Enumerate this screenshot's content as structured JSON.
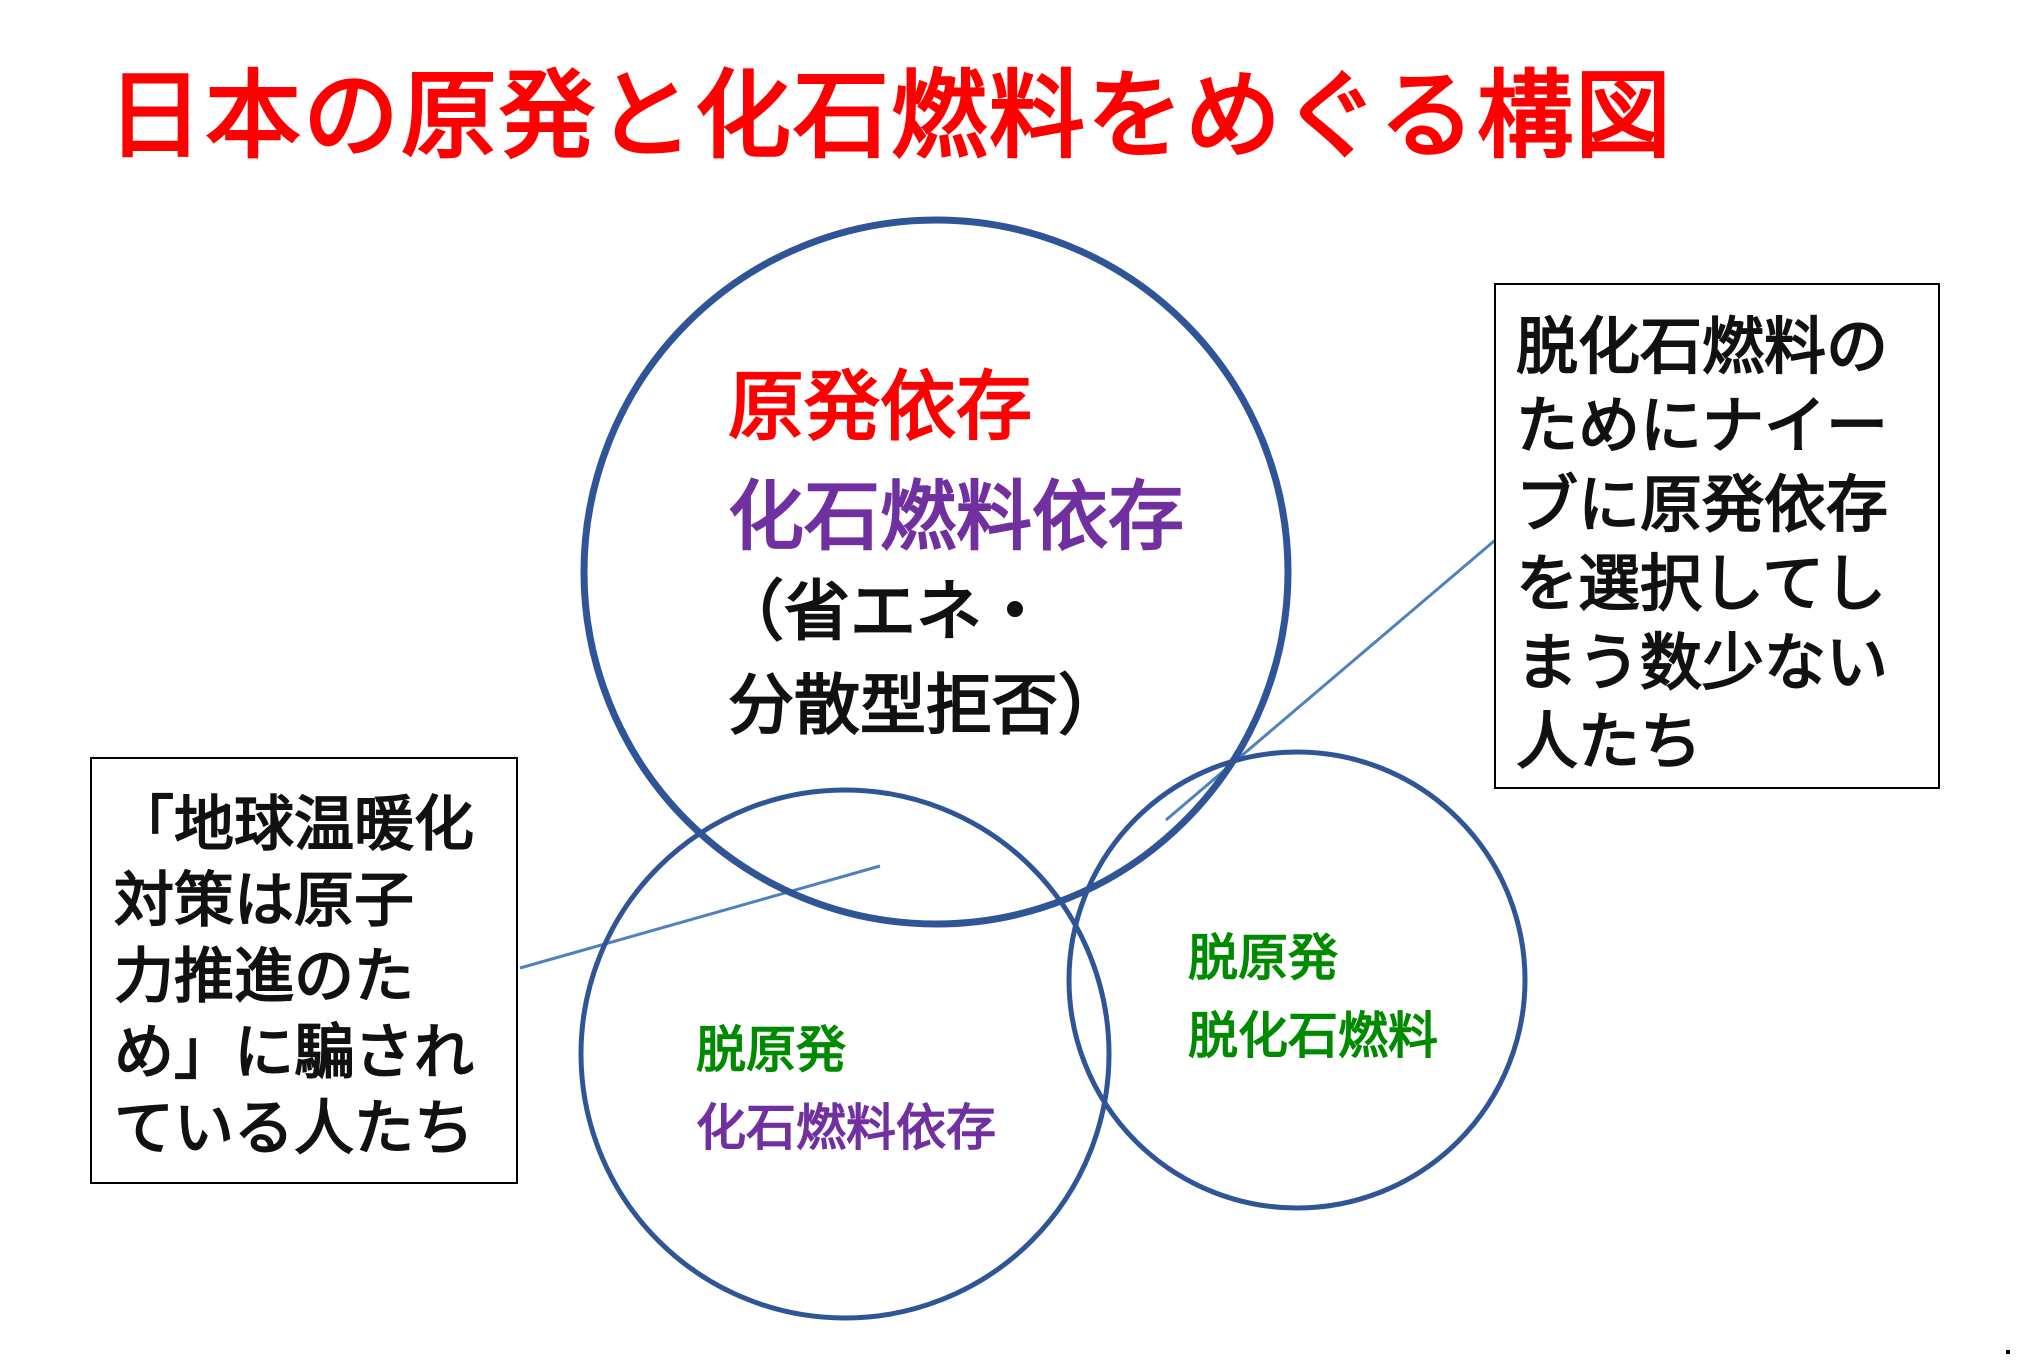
{
  "title": "日本の原発と化石燃料をめぐる構図",
  "colors": {
    "title": "#ff0000",
    "nuclear_text": "#ff0000",
    "fossil_text": "#7030a0",
    "denuclear_text": "#008a00",
    "circle_stroke": "#2f5597",
    "connector": "#4f81bd",
    "callout_border": "#000000"
  },
  "big_circle": {
    "line1": "原発依存",
    "line2": "化石燃料依存",
    "line3": "（省エネ・",
    "line4": "分散型拒否）"
  },
  "bottom_circle": {
    "line1": "脱原発",
    "line2": "化石燃料依存"
  },
  "right_circle": {
    "line1": "脱原発",
    "line2": "脱化石燃料"
  },
  "callout_left": {
    "lines": [
      "「地球温暖化",
      "対策は原子",
      "力推進のた",
      "め」に騙され",
      "ている人たち"
    ]
  },
  "callout_right": {
    "lines": [
      "脱化石燃料の",
      "ためにナイー",
      "ブに原発依存",
      "を選択してし",
      "まう数少ない",
      "人たち"
    ]
  }
}
